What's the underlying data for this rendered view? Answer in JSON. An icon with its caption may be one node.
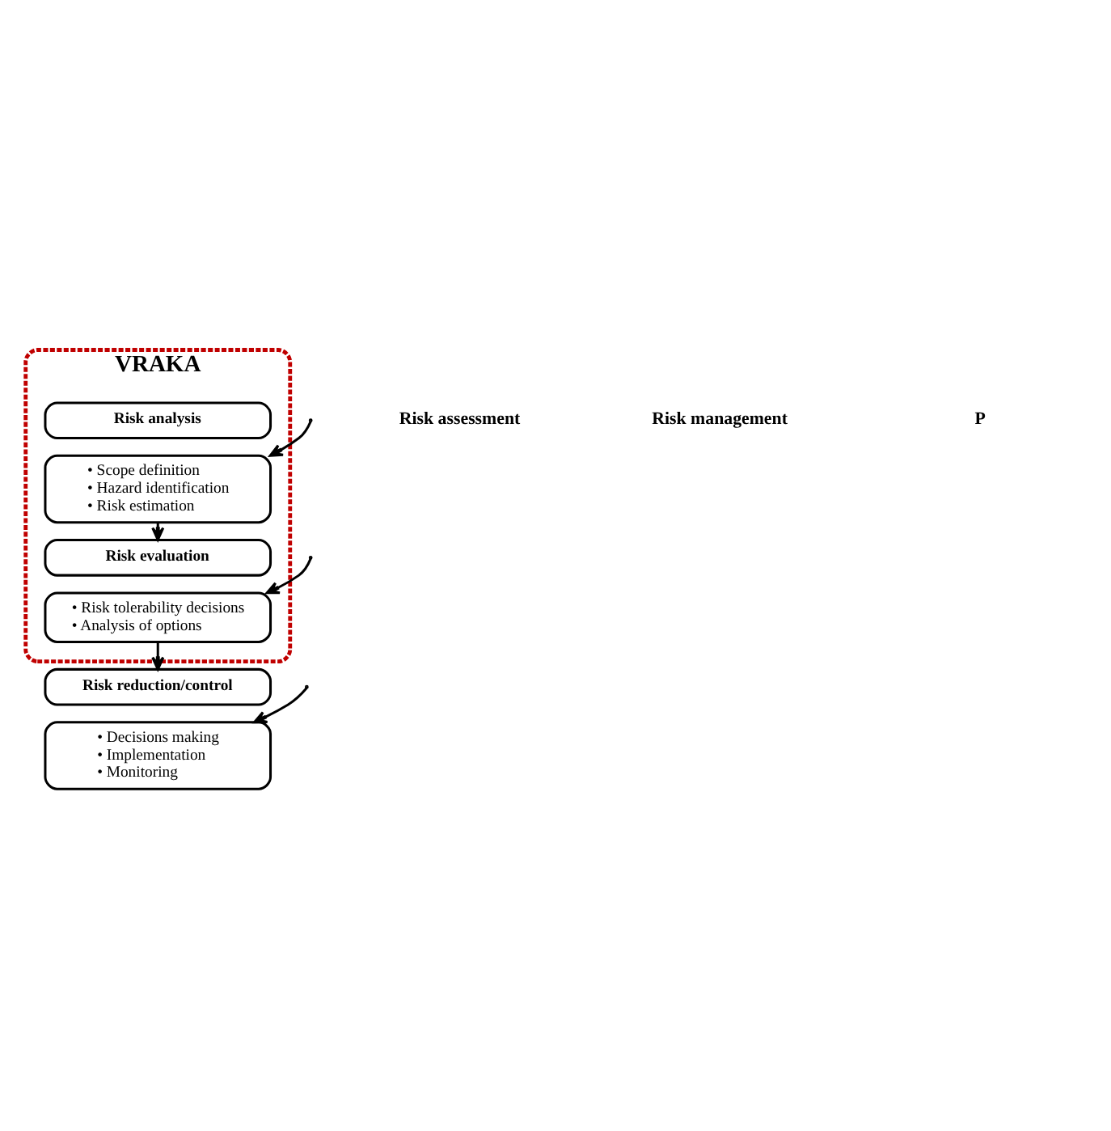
{
  "diagram": {
    "nodes": [
      {
        "text": [
          "VRAKA"
        ]
      },
      {
        "text": [
          "Risk analysis"
        ],
        "in": 0
      },
      {
        "text": [
          "• Scope definition",
          "• Hazard identification",
          "• Risk estimation"
        ],
        "in": 0
      },
      {
        "text": [
          "Risk evaluation"
        ],
        "in": 0
      },
      {
        "text": [
          "• Risk tolerability decisions",
          "• Analysis of options"
        ],
        "in": 0
      },
      {
        "text": [
          "Risk reduction/control"
        ]
      },
      {
        "text": [
          "• Decisions making",
          "• Implementation",
          "• Monitoring"
        ]
      }
    ],
    "edges": [
      {
        "from": 2,
        "to": 3,
        "arrow": "to"
      },
      {
        "from": 4,
        "to": 5,
        "arrow": "to"
      },
      {
        "from": null,
        "to": 2,
        "arrow": "to"
      },
      {
        "from": null,
        "to": 4,
        "arrow": "to"
      },
      {
        "from": null,
        "to": 6,
        "arrow": "to"
      }
    ],
    "labels": [
      "Risk assessment",
      "Risk management",
      "P"
    ]
  }
}
